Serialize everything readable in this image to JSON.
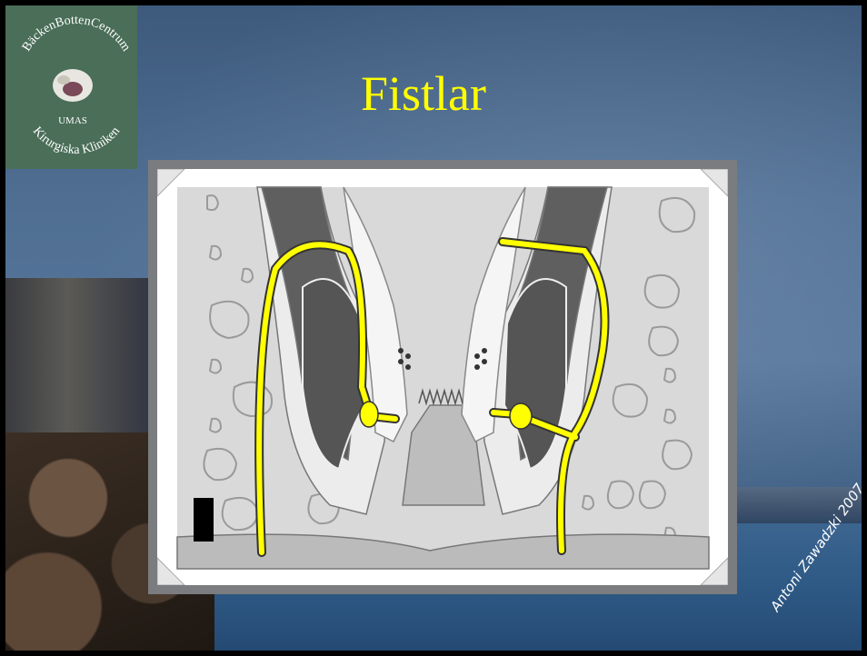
{
  "slide": {
    "title": "Fistlar",
    "signature": "Antoni Zawadzki 2007"
  },
  "logo": {
    "top_text": "BäckenBottenCentrum",
    "middle_text": "UMAS",
    "bottom_text": "Kirurgiska Kliniken"
  },
  "colors": {
    "title": "#ffff00",
    "fistula_tract": "#ffff00",
    "logo_bg": "#4a6e58"
  }
}
